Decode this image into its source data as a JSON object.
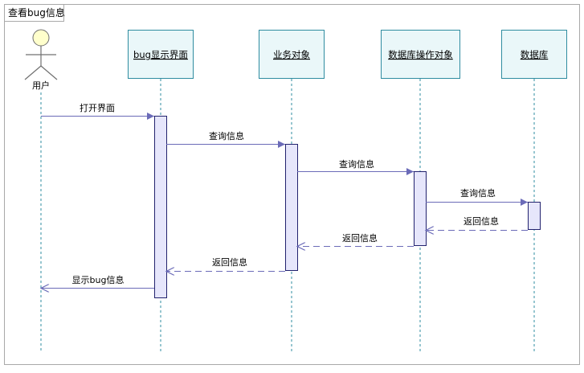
{
  "frame": {
    "title": "查看bug信息"
  },
  "actor": {
    "name": "用户"
  },
  "participants": [
    {
      "id": "ui",
      "label": "bug显示界面"
    },
    {
      "id": "biz",
      "label": "业务对象"
    },
    {
      "id": "dao",
      "label": "数据库操作对象"
    },
    {
      "id": "db",
      "label": "数据库"
    }
  ],
  "messages": [
    {
      "id": "m1",
      "label": "打开界面",
      "kind": "call"
    },
    {
      "id": "m2",
      "label": "查询信息",
      "kind": "call"
    },
    {
      "id": "m3",
      "label": "查询信息",
      "kind": "call"
    },
    {
      "id": "m4",
      "label": "查询信息",
      "kind": "call"
    },
    {
      "id": "m5",
      "label": "返回信息",
      "kind": "return"
    },
    {
      "id": "m6",
      "label": "返回信息",
      "kind": "return"
    },
    {
      "id": "m7",
      "label": "返回信息",
      "kind": "return"
    },
    {
      "id": "m8",
      "label": "显示bug信息",
      "kind": "return"
    }
  ],
  "colors": {
    "frame_border": "#a9a9a9",
    "box_fill": "#eaf7f9",
    "box_border": "#2f8ca0",
    "lifeline": "#2f8ca0",
    "activation_fill": "#e6e6fb",
    "activation_border": "#22226e",
    "arrow": "#6b6bb8",
    "actor_head": "#ffffcc",
    "text": "#000000"
  }
}
